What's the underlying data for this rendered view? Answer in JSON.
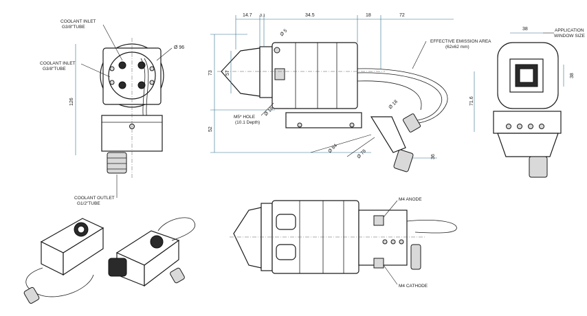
{
  "labels": {
    "coolant_inlet_1": [
      "COOLANT INLET",
      "G3/8\"TUBE"
    ],
    "coolant_inlet_2": [
      "COOLANT INLET",
      "G3/8\"TUBE"
    ],
    "coolant_outlet": [
      "COOLANT OUTLET",
      "G1/2\"TUBE"
    ],
    "emission_area": [
      "EFFECTIVE EMISSION AREA",
      "(62x62 mm)"
    ],
    "application_window": [
      "APPLICATION",
      "WINDOW SIZE"
    ],
    "m5_hole": [
      "M5* HOLE",
      "(10.1 Depth)"
    ],
    "m4_anode": "M4 ANODE",
    "m4_cathode": "M4 CATHODE"
  },
  "dims": {
    "top_14_7": "14.7",
    "top_3_1": "3.1",
    "top_34_5": "34.5",
    "top_18": "18",
    "top_72": "72",
    "d_96": "Ø 96",
    "h_126": "126",
    "v_73": "73",
    "v_57": "57",
    "v_52": "52",
    "d_5": "Ø 5",
    "d_18a": "Ø 18",
    "d_18b": "Ø 18",
    "d_84": "Ø 84",
    "d_78": "Ø 78",
    "v_71_6": "71.6",
    "v_36": "36",
    "w_38": "38",
    "h_38": "38"
  },
  "colors": {
    "line": "#1a1a1a",
    "dimension": "#2f6f8a",
    "background": "#ffffff"
  }
}
